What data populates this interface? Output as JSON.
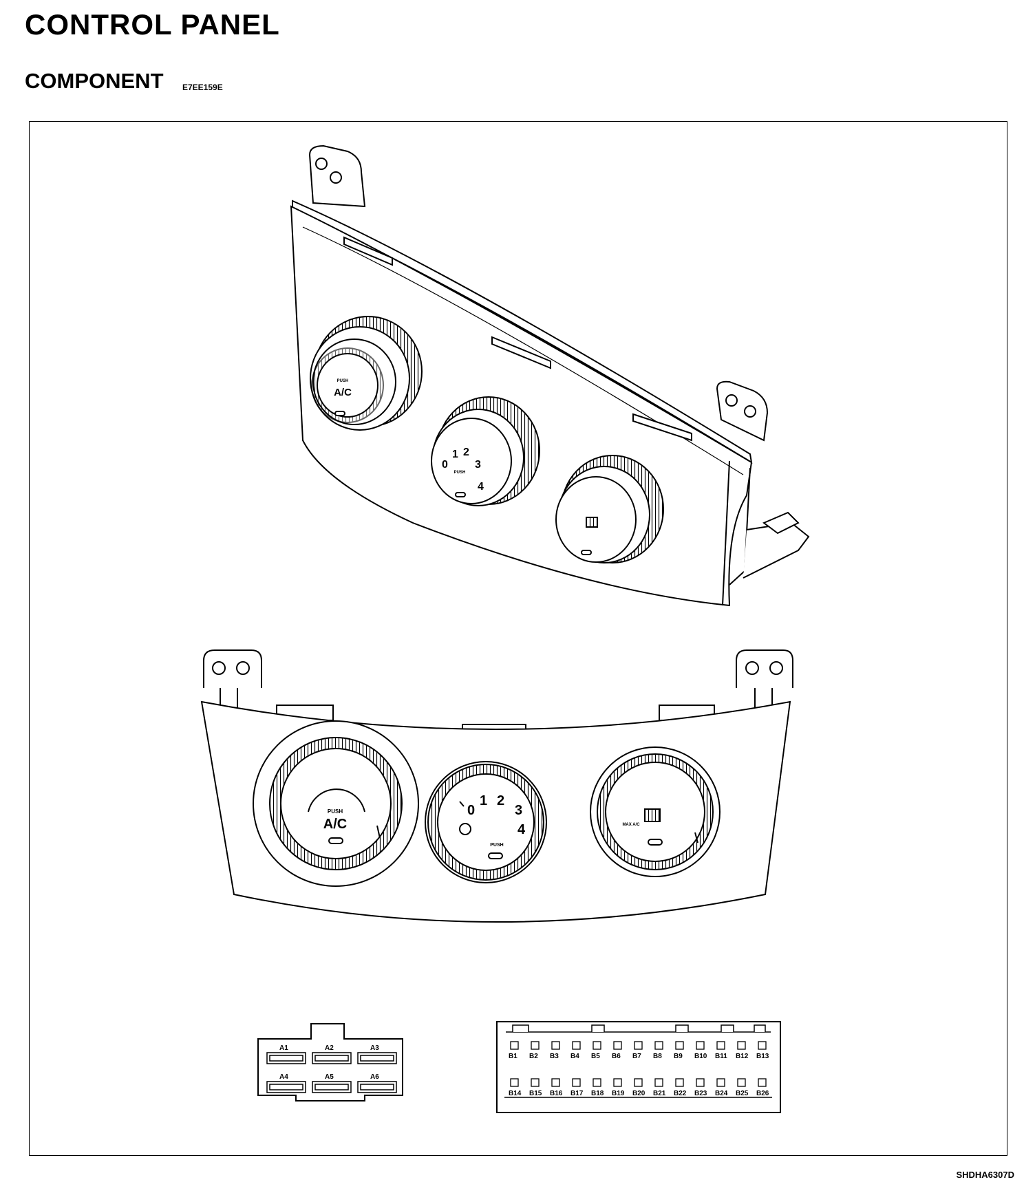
{
  "header": {
    "title": "CONTROL PANEL",
    "section": "COMPONENT",
    "section_code": "E7EE159E"
  },
  "knobs": {
    "push": "PUSH",
    "ac": "A/C",
    "fan_numbers": [
      "0",
      "1",
      "2",
      "3",
      "4"
    ],
    "max_ac": "MAX A/C"
  },
  "connector_a": {
    "pins": [
      "A1",
      "A2",
      "A3",
      "A4",
      "A5",
      "A6"
    ]
  },
  "connector_b": {
    "row1": [
      "B1",
      "B2",
      "B3",
      "B4",
      "B5",
      "B6",
      "B7",
      "B8",
      "B9",
      "B10",
      "B11",
      "B12",
      "B13"
    ],
    "row2": [
      "B14",
      "B15",
      "B16",
      "B17",
      "B18",
      "B19",
      "B20",
      "B21",
      "B22",
      "B23",
      "B24",
      "B25",
      "B26"
    ]
  },
  "figure_id": "SHDHA6307D"
}
